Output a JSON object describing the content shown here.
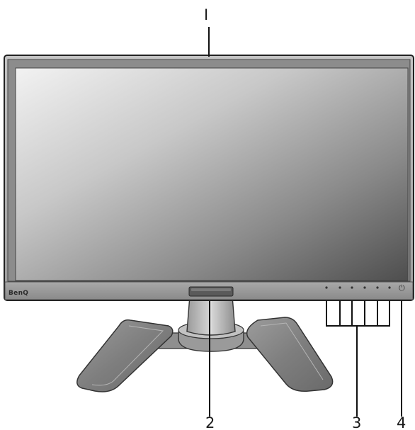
{
  "monitor": {
    "brand": "BenQ",
    "power_symbol": "⏻"
  },
  "callouts": [
    {
      "id": "1",
      "label": "I"
    },
    {
      "id": "2",
      "label": "2"
    },
    {
      "id": "3",
      "label": "3"
    },
    {
      "id": "4",
      "label": "4"
    }
  ]
}
